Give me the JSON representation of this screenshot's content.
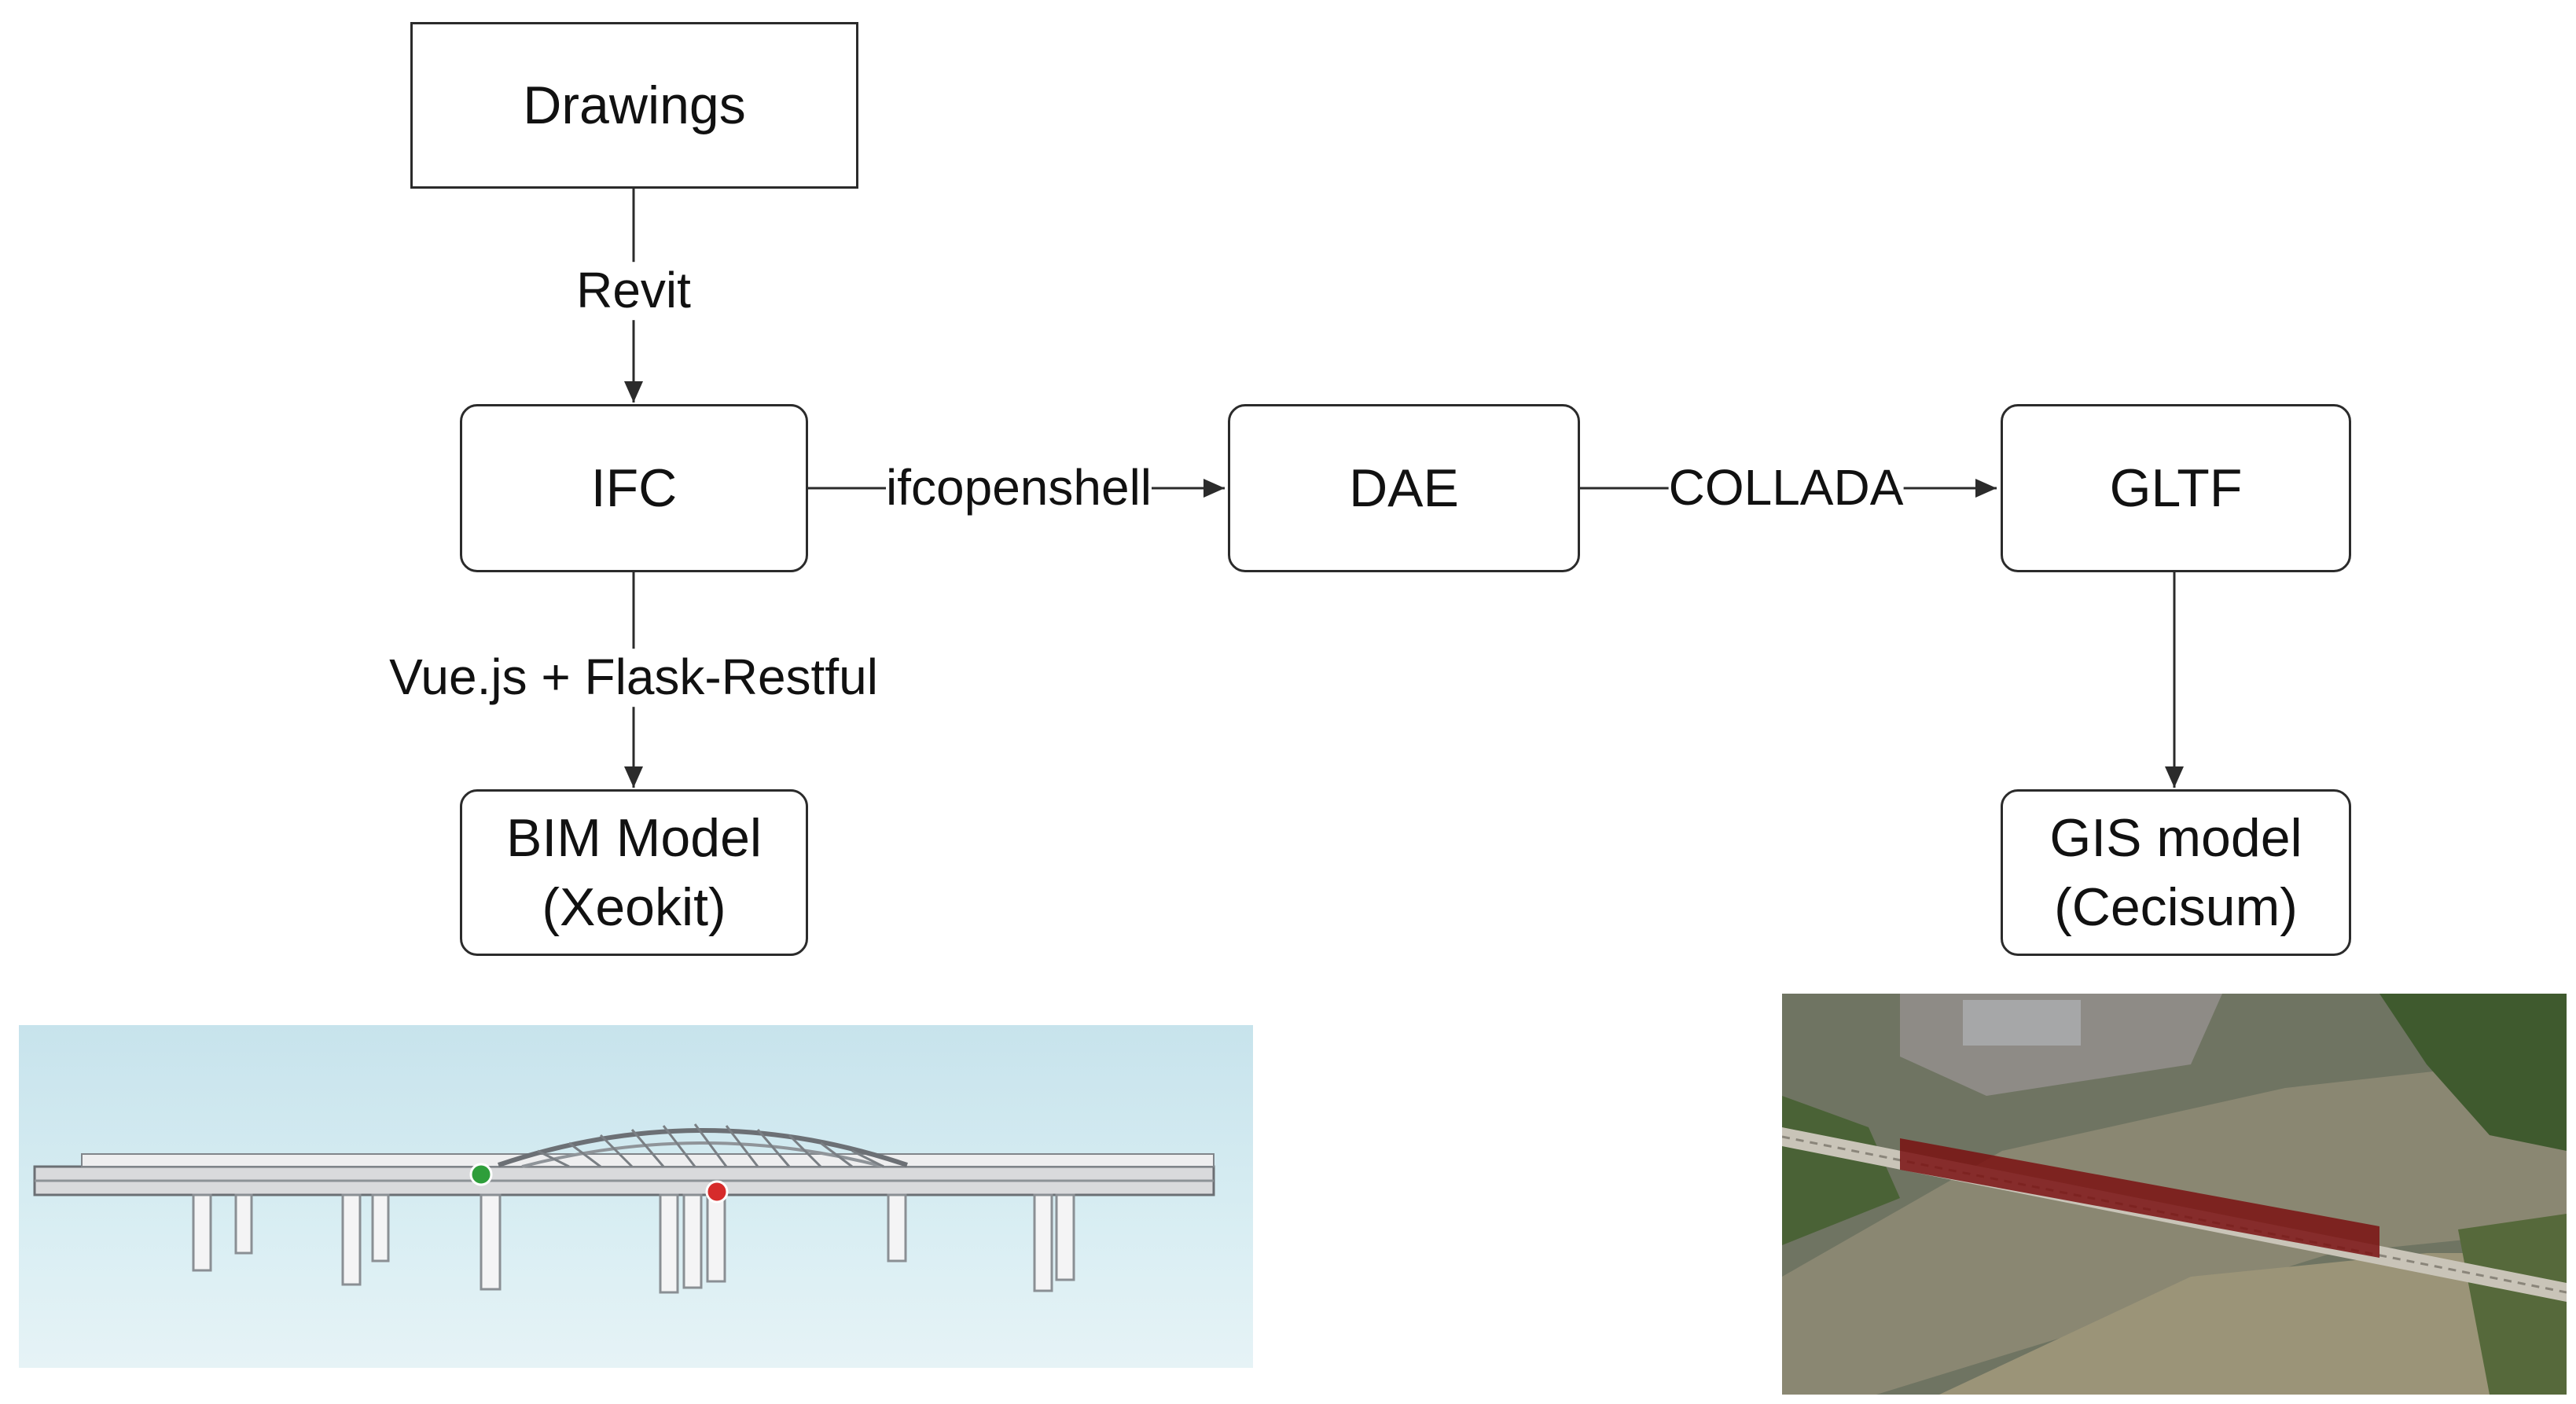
{
  "nodes": {
    "drawings": "Drawings",
    "ifc": "IFC",
    "dae": "DAE",
    "gltf": "GLTF",
    "bim_model": "BIM Model\n(Xeokit)",
    "gis_model": "GIS model\n(Cecisum)"
  },
  "edges": {
    "revit": "Revit",
    "ifcopenshell": "ifcopenshell",
    "collada": "COLLADA",
    "vue_flask": "Vue.js + Flask-Restful"
  },
  "colors": {
    "line": "#2b2b2b",
    "marker_green": "#2e9e3a",
    "marker_red": "#d62b2b",
    "gis_overlay": "#7a1212"
  },
  "icons": {
    "bim_render": "bridge-3d-model-image",
    "gis_render": "satellite-bridge-image"
  }
}
